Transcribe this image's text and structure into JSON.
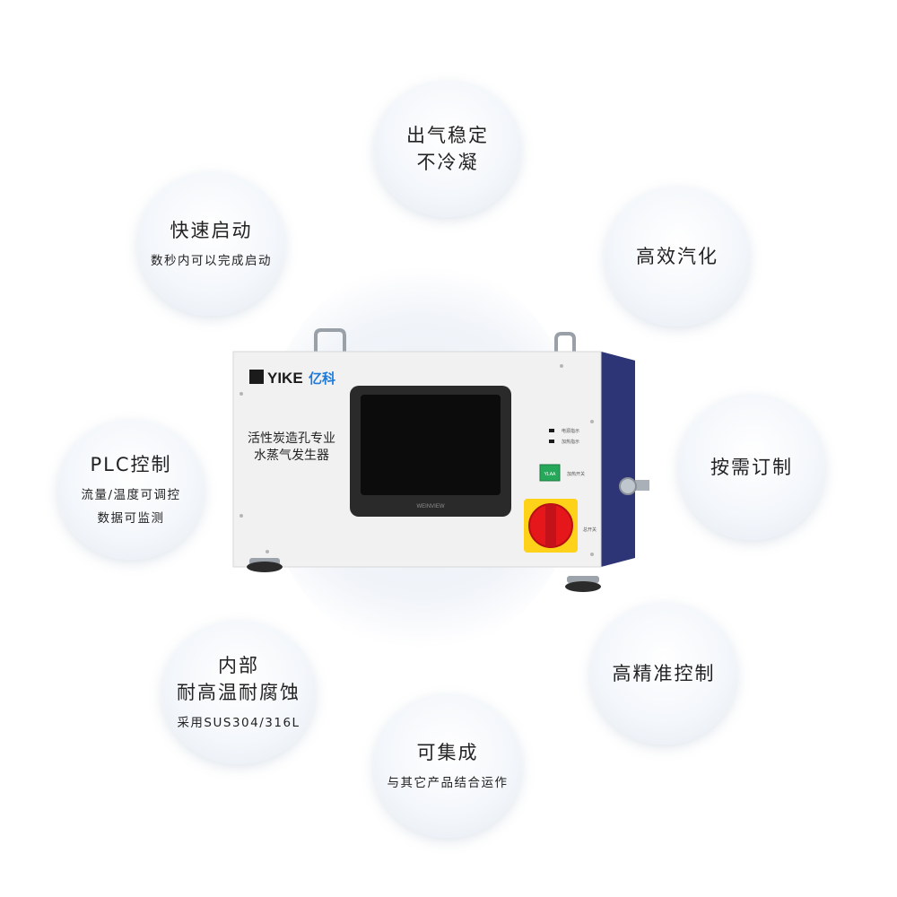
{
  "features": {
    "stable": {
      "line1": "出气稳定",
      "line2": "不冷凝"
    },
    "quick_start": {
      "title": "快速启动",
      "desc": "数秒内可以完成启动"
    },
    "efficient": {
      "title": "高效汽化"
    },
    "plc": {
      "title": "PLC控制",
      "desc1": "流量/温度可调控",
      "desc2": "数据可监测"
    },
    "custom": {
      "title": "按需订制"
    },
    "precision": {
      "title": "高精准控制"
    },
    "internal": {
      "line1": "内部",
      "line2": "耐高温耐腐蚀",
      "desc": "采用SUS304/316L"
    },
    "integrable": {
      "title": "可集成",
      "desc": "与其它产品结合运作"
    }
  },
  "machine": {
    "brand": "YIKE",
    "brand_cn": "亿科",
    "label_line1": "活性炭造孔专业",
    "label_line2": "水蒸气发生器",
    "screen_brand": "WEINVIEW",
    "indicator1": "电源指示",
    "indicator2": "加热指示",
    "heat_switch": "加热开关",
    "power_switch": "总开关",
    "button_label": "YLAA"
  },
  "colors": {
    "body_side": "#2d3577",
    "panel": "#f1f1f1",
    "brand_blue": "#1e7ad6",
    "knob_red": "#e5171b",
    "knob_yellow": "#ffd21a",
    "button_green": "#26a85a"
  }
}
